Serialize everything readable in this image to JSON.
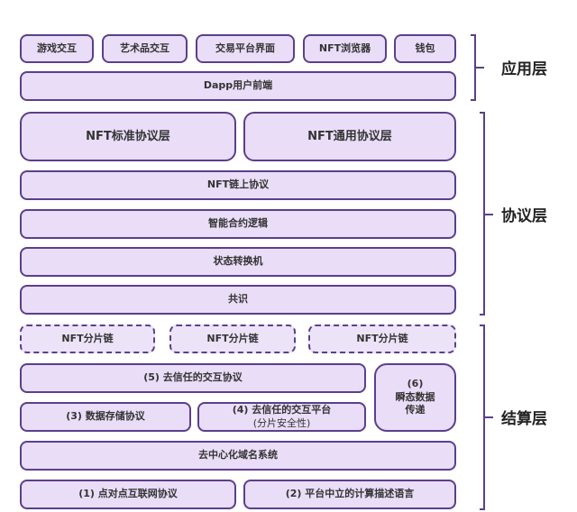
{
  "diagram": {
    "application_layer": {
      "label": "应用层",
      "apps": [
        "游戏交互",
        "艺术品交互",
        "交易平台界面",
        "NFT浏览器",
        "钱包"
      ],
      "frontend": "Dapp用户前端"
    },
    "protocol_layer": {
      "label": "协议层",
      "standards": [
        "NFT标准协议层",
        "NFT通用协议层"
      ],
      "rows": [
        "NFT链上协议",
        "智能合约逻辑",
        "状态转换机",
        "共识"
      ]
    },
    "settlement_layer": {
      "label": "结算层",
      "shard_chains": [
        "NFT分片链",
        "NFT分片链",
        "NFT分片链"
      ],
      "trustless_protocol": "(5) 去信任的交互协议",
      "data_storage": "(3) 数据存储协议",
      "trustless_platform": "(4) 去信任的交互平台",
      "trustless_platform_sub": "(分片安全性)",
      "ephemeral_num": "(6)",
      "ephemeral_line1": "瞬态数据",
      "ephemeral_line2": "传递",
      "dns": "去中心化域名系统",
      "p2p": "(1) 点对点互联网协议",
      "neutral_lang": "(2) 平台中立的计算描述语言"
    },
    "colors": {
      "fill": "#e9ddf7",
      "border": "#5b3f8c"
    }
  }
}
